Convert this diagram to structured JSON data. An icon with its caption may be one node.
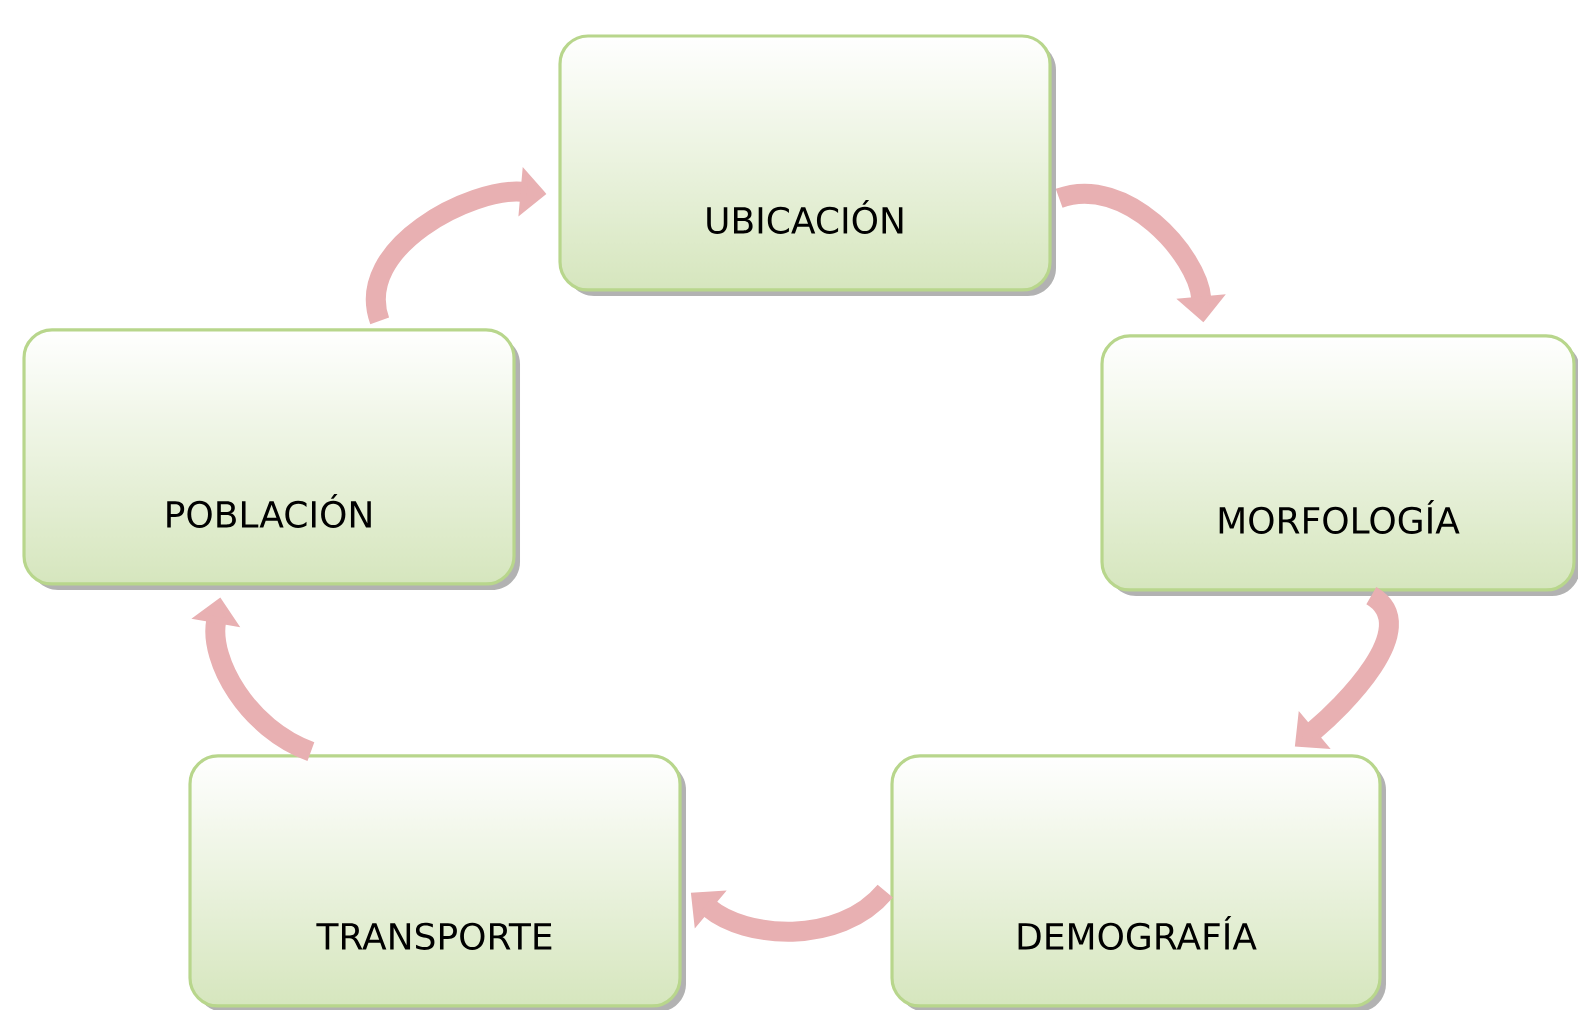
{
  "diagram": {
    "nodes": [
      {
        "text": [
          "UBICACIÓN"
        ]
      },
      {
        "text": [
          "MORFOLOGÍA"
        ]
      },
      {
        "text": [
          "DEMOGRAFÍA"
        ]
      },
      {
        "text": [
          "TRANSPORTE"
        ]
      },
      {
        "text": [
          "POBLACIÓN"
        ]
      }
    ],
    "edges": [
      {
        "from": 0,
        "to": 1,
        "arrow": "to"
      },
      {
        "from": 1,
        "to": 2,
        "arrow": "to"
      },
      {
        "from": 2,
        "to": 3,
        "arrow": "to"
      },
      {
        "from": 3,
        "to": 4,
        "arrow": "to"
      },
      {
        "from": 4,
        "to": 0,
        "arrow": "to"
      }
    ]
  }
}
